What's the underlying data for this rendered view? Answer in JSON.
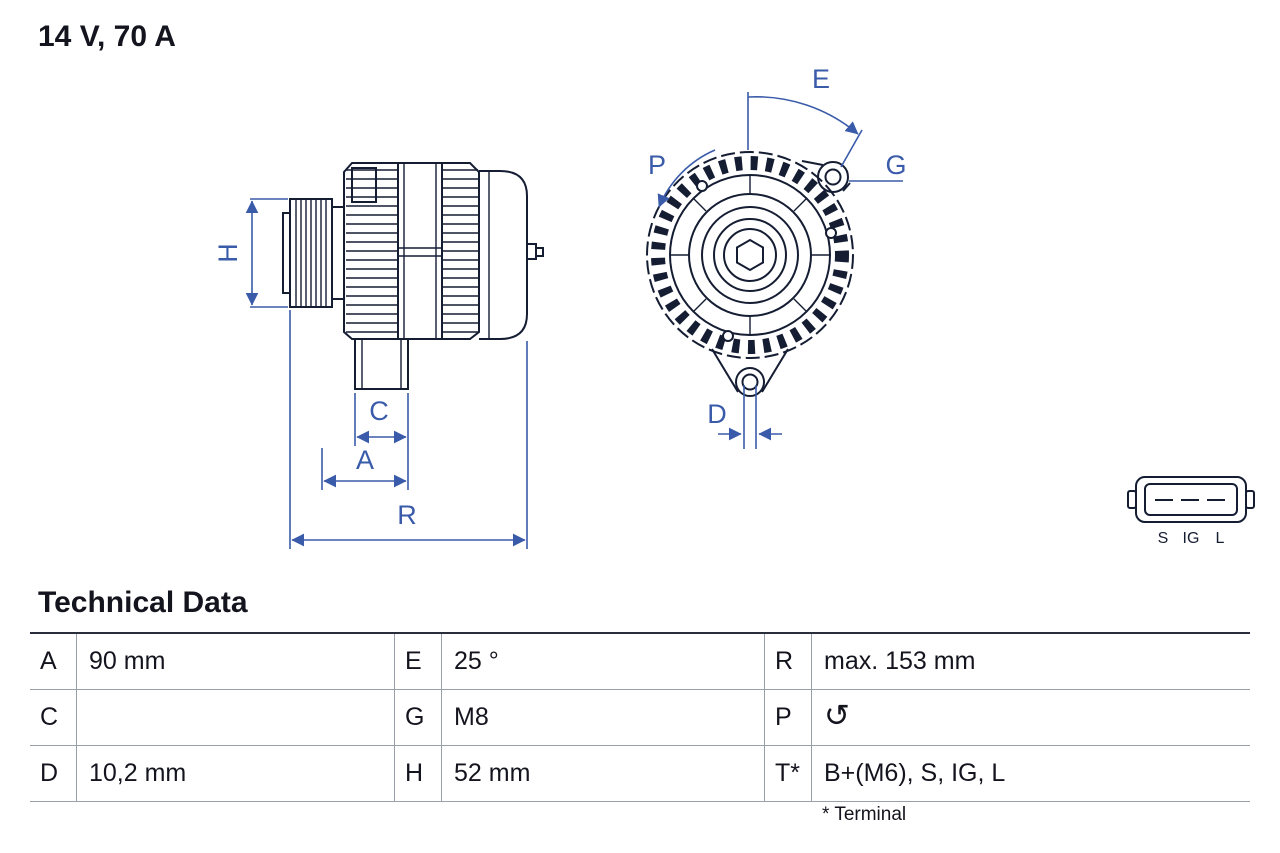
{
  "header": {
    "rating": "14 V, 70 A"
  },
  "drawing": {
    "dimension_labels": {
      "h": "H",
      "c": "C",
      "a": "A",
      "r": "R",
      "e": "E",
      "p": "P",
      "g": "G",
      "d": "D"
    },
    "connector_pins": [
      "S",
      "IG",
      "L"
    ]
  },
  "technical_data": {
    "title": "Technical Data",
    "rows": [
      {
        "cells": [
          {
            "key": "A",
            "value": "90 mm"
          },
          {
            "key": "E",
            "value": "25 °"
          },
          {
            "key": "R",
            "value": "max. 153 mm"
          }
        ]
      },
      {
        "cells": [
          {
            "key": "C",
            "value": ""
          },
          {
            "key": "G",
            "value": "M8"
          },
          {
            "key": "P",
            "value": "↺",
            "icon": "rotation-direction-icon"
          }
        ]
      },
      {
        "cells": [
          {
            "key": "D",
            "value": "10,2 mm"
          },
          {
            "key": "H",
            "value": "52 mm"
          },
          {
            "key": "T*",
            "value": "B+(M6), S, IG, L"
          }
        ]
      }
    ],
    "footnote": "* Terminal"
  },
  "colors": {
    "drawing": "#151d33",
    "dimension": "#3a5ba9",
    "text": "#14141e"
  }
}
